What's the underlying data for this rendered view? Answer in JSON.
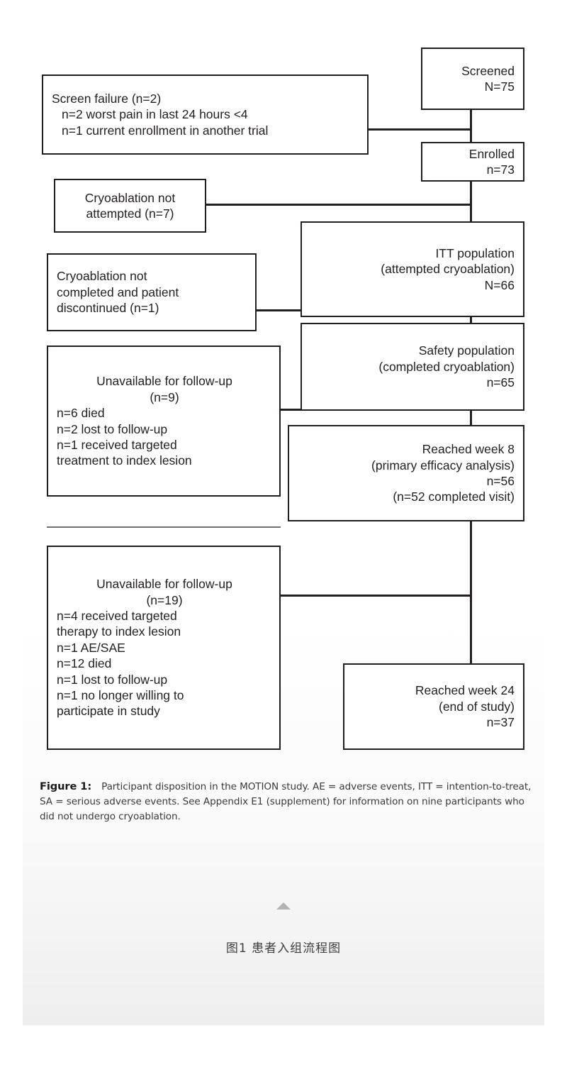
{
  "figure": {
    "caption_label": "Figure 1:",
    "caption_text": "Participant disposition in the MOTION study. AE = adverse events, ITT = intention-to-treat, SA = serious adverse events. See Appendix E1 (supplement) for information on nine participants who did not undergo cryoablation."
  },
  "zh_caption": "图1  患者入组流程图",
  "collapse_icon": "caret-up-icon",
  "chart_data": {
    "type": "diagram",
    "title": "Participant disposition in the MOTION study",
    "nodes": [
      {
        "id": "screened",
        "lines": [
          "Screened",
          "N=75"
        ],
        "n": 75
      },
      {
        "id": "enrolled",
        "lines": [
          "Enrolled",
          "n=73"
        ],
        "n": 73
      },
      {
        "id": "itt",
        "lines": [
          "ITT population",
          "(attempted cryoablation)",
          "N=66"
        ],
        "n": 66
      },
      {
        "id": "safety",
        "lines": [
          "Safety population",
          "(completed cryoablation)",
          "n=65"
        ],
        "n": 65
      },
      {
        "id": "week8",
        "lines": [
          "Reached week 8",
          "(primary efficacy analysis)",
          "n=56",
          "(n=52 completed visit)"
        ],
        "n": 56
      },
      {
        "id": "week24",
        "lines": [
          "Reached week 24",
          "(end of study)",
          "n=37"
        ],
        "n": 37
      }
    ],
    "exclusions": [
      {
        "id": "screen-failure",
        "lines": [
          "Screen failure (n=2)",
          "n=2 worst pain in last 24 hours <4",
          "n=1 current enrollment in another trial"
        ],
        "n": 2
      },
      {
        "id": "cryo-not-attempted",
        "lines": [
          "Cryoablation not",
          "attempted (n=7)"
        ],
        "n": 7
      },
      {
        "id": "cryo-not-completed",
        "lines": [
          "Cryoablation not",
          "completed and patient",
          "discontinued (n=1)"
        ],
        "n": 1
      },
      {
        "id": "unavailable-9",
        "lines": [
          "Unavailable for follow-up",
          "(n=9)",
          "n=6 died",
          "n=2 lost to follow-up",
          "n=1 received targeted",
          "treatment to index lesion"
        ],
        "n": 9
      },
      {
        "id": "unavailable-19",
        "lines": [
          "Unavailable for follow-up",
          "(n=19)",
          "n=4 received targeted",
          "therapy to index lesion",
          "n=1 AE/SAE",
          "n=12 died",
          "n=1 lost to follow-up",
          "n=1 no longer willing to",
          "participate in study"
        ],
        "n": 19
      }
    ]
  },
  "boxes": {
    "screened": {
      "l1": "Screened",
      "l2": "N=75"
    },
    "enrolled": {
      "l1": "Enrolled",
      "l2": "n=73"
    },
    "itt": {
      "l1": "ITT population",
      "l2": "(attempted cryoablation)",
      "l3": "N=66"
    },
    "safety": {
      "l1": "Safety population",
      "l2": "(completed cryoablation)",
      "l3": "n=65"
    },
    "week8": {
      "l1": "Reached week 8",
      "l2": "(primary efficacy analysis)",
      "l3": "n=56",
      "l4": "(n=52 completed visit)"
    },
    "week24": {
      "l1": "Reached week 24",
      "l2": "(end of study)",
      "l3": "n=37"
    },
    "screen_failure": {
      "l1": "Screen failure (n=2)",
      "l2": "n=2 worst pain in last 24 hours <4",
      "l3": "n=1 current enrollment in another trial"
    },
    "cryo_not_attempted": {
      "l1": "Cryoablation not",
      "l2": "attempted (n=7)"
    },
    "cryo_not_completed": {
      "l1": "Cryoablation not",
      "l2": "completed and patient",
      "l3": "discontinued (n=1)"
    },
    "unavailable9": {
      "l1": "Unavailable for follow-up",
      "l2": "(n=9)",
      "l3": "n=6 died",
      "l4": "n=2 lost to follow-up",
      "l5": "n=1 received targeted",
      "l6": "treatment to index lesion"
    },
    "unavailable19": {
      "l1": "Unavailable for follow-up",
      "l2": "(n=19)",
      "l3": "n=4 received targeted",
      "l4": "therapy to index lesion",
      "l5": "n=1 AE/SAE",
      "l6": "n=12 died",
      "l7": "n=1 lost to follow-up",
      "l8": "n=1 no longer willing to",
      "l9": "participate in study"
    }
  },
  "colors": {
    "stroke": "#231f20",
    "rule": "#6f6f6f",
    "arrow": "#b3b3b3",
    "panel_bottom": "#eeeeee"
  }
}
